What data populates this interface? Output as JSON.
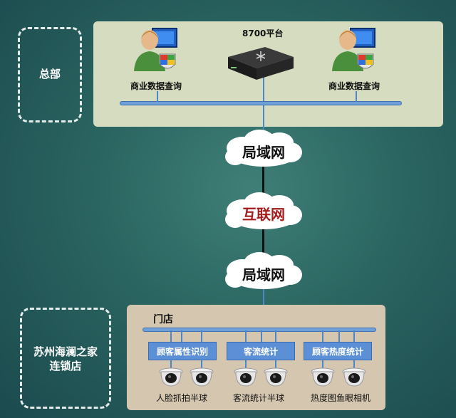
{
  "headquarters": {
    "label": "总部",
    "platform_label": "8700平台",
    "terminal_left_label": "商业数据查询",
    "terminal_right_label": "商业数据查询"
  },
  "network": {
    "lan_top": "局域网",
    "internet": "互联网",
    "lan_bottom": "局域网"
  },
  "store": {
    "side_label_line1": "苏州海澜之家",
    "side_label_line2": "连锁店",
    "title": "门店",
    "services": [
      "顾客属性识别",
      "客流统计",
      "顾客热度统计"
    ],
    "camera_labels": [
      "人脸抓拍半球",
      "客流统计半球",
      "热度图鱼眼相机"
    ]
  },
  "colors": {
    "cloud_text": "#111111",
    "internet_text": "#a61c1c",
    "service_box": "#5b8fd6"
  }
}
